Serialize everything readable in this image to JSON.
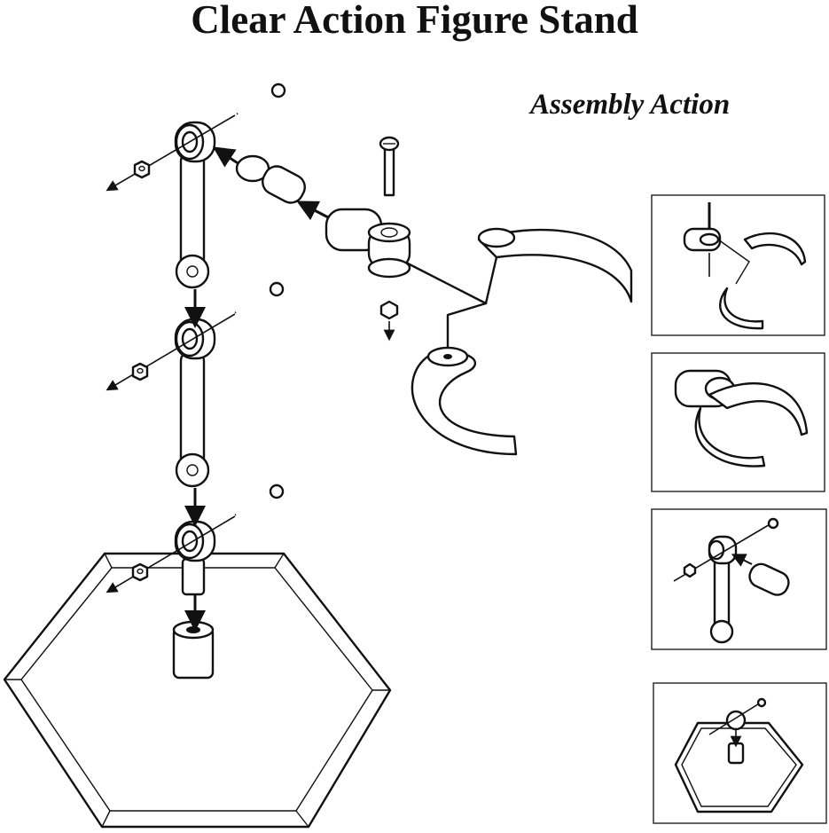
{
  "header": {
    "title": "Clear Action Figure Stand",
    "subtitle": "Assembly Action"
  },
  "icons": [
    "hexagon-base",
    "joint",
    "screw",
    "nut",
    "arm-rod",
    "clamp",
    "arrow"
  ]
}
